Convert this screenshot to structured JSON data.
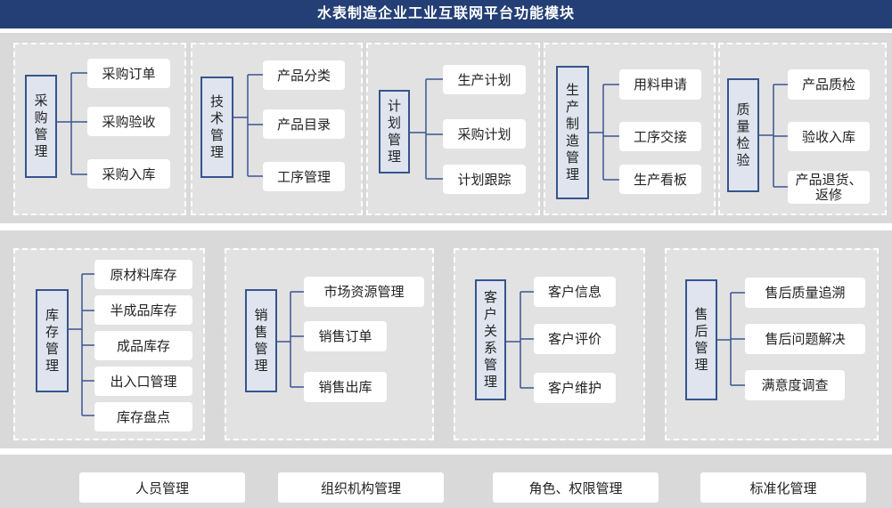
{
  "header": {
    "title": "水表制造企业工业互联网平台功能模块"
  },
  "colors": {
    "header_bg": "#243f75",
    "category_border": "#35558e",
    "connector": "#3a5591",
    "band_bg": "#d9d9d9"
  },
  "row1": [
    {
      "category": [
        "采",
        "购",
        "管",
        "理"
      ],
      "items": [
        "采购订单",
        "采购验收",
        "采购入库"
      ]
    },
    {
      "category": [
        "技",
        "术",
        "管",
        "理"
      ],
      "items": [
        "产品分类",
        "产品目录",
        "工序管理"
      ]
    },
    {
      "category": [
        "计",
        "划",
        "管",
        "理"
      ],
      "items": [
        "生产计划",
        "采购计划",
        "计划跟踪"
      ]
    },
    {
      "category": [
        "生",
        "产",
        "制",
        "造",
        "管",
        "理"
      ],
      "items": [
        "用料申请",
        "工序交接",
        "生产看板"
      ]
    },
    {
      "category": [
        "质",
        "量",
        "检",
        "验"
      ],
      "items": [
        "产品质检",
        "验收入库",
        "产品退货、返修"
      ]
    }
  ],
  "row2": [
    {
      "category": [
        "库",
        "存",
        "管",
        "理"
      ],
      "items": [
        "原材料库存",
        "半成品库存",
        "成品库存",
        "出入口管理",
        "库存盘点"
      ]
    },
    {
      "category": [
        "销",
        "售",
        "管",
        "理"
      ],
      "items": [
        "市场资源管理",
        "销售订单",
        "销售出库"
      ]
    },
    {
      "category": [
        "客",
        "户",
        "关",
        "系",
        "管",
        "理"
      ],
      "items": [
        "客户信息",
        "客户评价",
        "客户维护"
      ]
    },
    {
      "category": [
        "售",
        "后",
        "管",
        "理"
      ],
      "items": [
        "售后质量追溯",
        "售后问题解决",
        "满意度调查"
      ]
    }
  ],
  "bottom": [
    "人员管理",
    "组织机构管理",
    "角色、权限管理",
    "标准化管理"
  ]
}
